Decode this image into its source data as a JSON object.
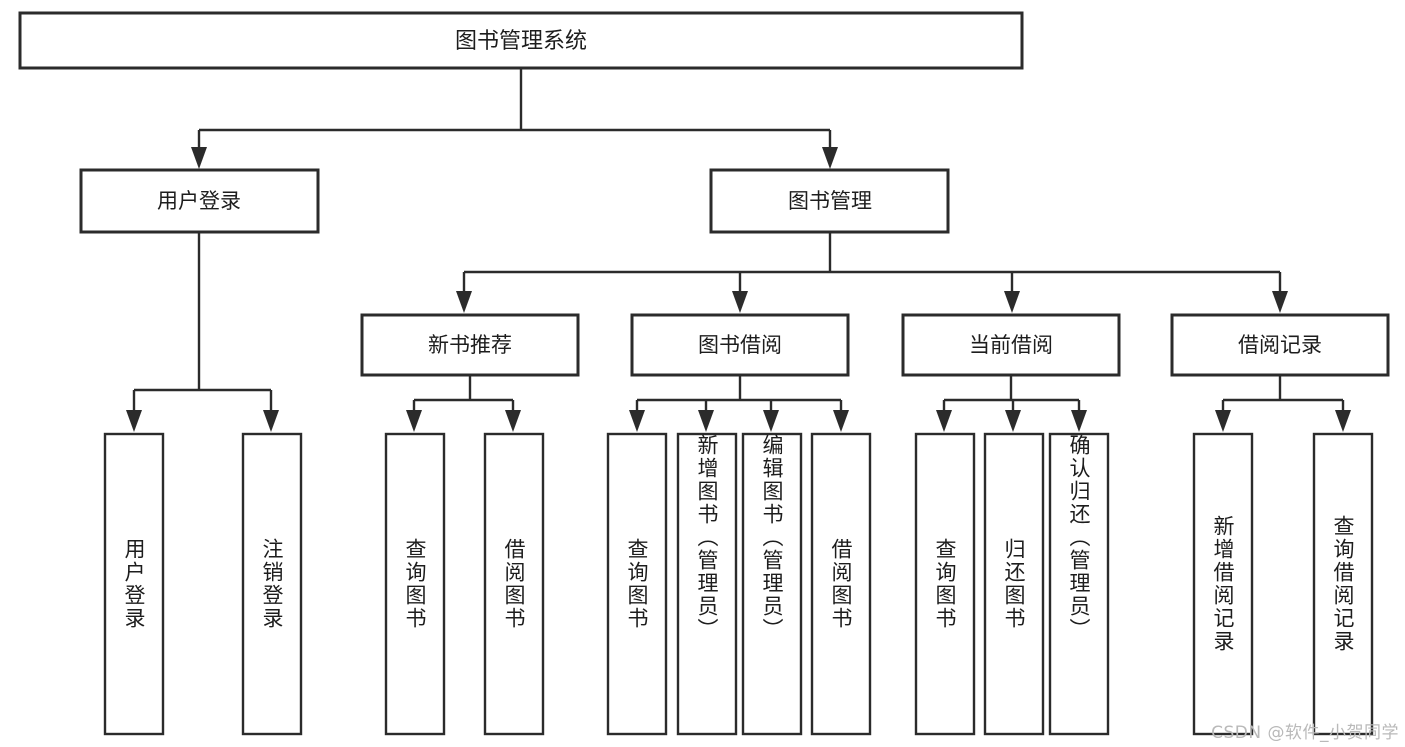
{
  "diagram": {
    "type": "tree-hierarchy",
    "title": "图书管理系统",
    "watermark": "CSDN @软件_小贺同学",
    "colors": {
      "box_stroke": "#2b2b2b",
      "box_fill": "#ffffff",
      "text": "#1d1d1d",
      "background": "#ffffff",
      "watermark": "#b9b9b9"
    },
    "levels": [
      {
        "level": 1,
        "nodes": [
          {
            "id": "root",
            "label": "图书管理系统",
            "orientation": "horizontal"
          }
        ]
      },
      {
        "level": 2,
        "nodes": [
          {
            "id": "login",
            "label": "用户登录",
            "orientation": "horizontal",
            "parent": "root"
          },
          {
            "id": "bookmgmt",
            "label": "图书管理",
            "orientation": "horizontal",
            "parent": "root"
          }
        ]
      },
      {
        "level": 3,
        "nodes": [
          {
            "id": "newbook",
            "label": "新书推荐",
            "orientation": "horizontal",
            "parent": "bookmgmt"
          },
          {
            "id": "borrow",
            "label": "图书借阅",
            "orientation": "horizontal",
            "parent": "bookmgmt"
          },
          {
            "id": "current",
            "label": "当前借阅",
            "orientation": "horizontal",
            "parent": "bookmgmt"
          },
          {
            "id": "records",
            "label": "借阅记录",
            "orientation": "horizontal",
            "parent": "bookmgmt"
          }
        ]
      },
      {
        "level": 4,
        "nodes": [
          {
            "id": "leaf-user-login",
            "label": "用户登录",
            "orientation": "vertical",
            "parent": "login"
          },
          {
            "id": "leaf-user-logout",
            "label": "注销登录",
            "orientation": "vertical",
            "parent": "login"
          },
          {
            "id": "leaf-newbook-query",
            "label": "查询图书",
            "orientation": "vertical",
            "parent": "newbook"
          },
          {
            "id": "leaf-newbook-borrow",
            "label": "借阅图书",
            "orientation": "vertical",
            "parent": "newbook"
          },
          {
            "id": "leaf-borrow-query",
            "label": "查询图书",
            "orientation": "vertical",
            "parent": "borrow"
          },
          {
            "id": "leaf-borrow-add",
            "label": "新增图书（管理员）",
            "orientation": "vertical",
            "parent": "borrow"
          },
          {
            "id": "leaf-borrow-edit",
            "label": "编辑图书（管理员）",
            "orientation": "vertical",
            "parent": "borrow"
          },
          {
            "id": "leaf-borrow-lend",
            "label": "借阅图书",
            "orientation": "vertical",
            "parent": "borrow"
          },
          {
            "id": "leaf-current-query",
            "label": "查询图书",
            "orientation": "vertical",
            "parent": "current"
          },
          {
            "id": "leaf-current-return",
            "label": "归还图书",
            "orientation": "vertical",
            "parent": "current"
          },
          {
            "id": "leaf-current-confirm",
            "label": "确认归还（管理员）",
            "orientation": "vertical",
            "parent": "current"
          },
          {
            "id": "leaf-records-add",
            "label": "新增借阅记录",
            "orientation": "vertical",
            "parent": "records"
          },
          {
            "id": "leaf-records-query",
            "label": "查询借阅记录",
            "orientation": "vertical",
            "parent": "records"
          }
        ]
      }
    ]
  }
}
